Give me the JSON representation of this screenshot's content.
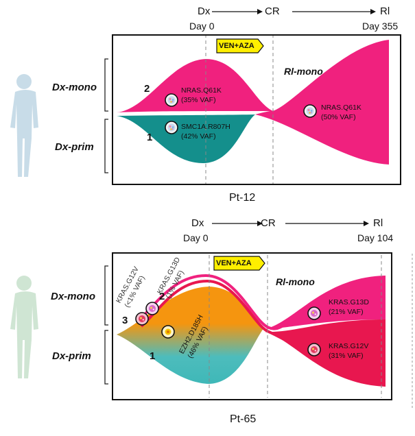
{
  "colors": {
    "mono_pink": "#f0217e",
    "prim_teal": "#148f8c",
    "relapse_red": "#e8174f",
    "orange": "#f5950f",
    "ven_yellow": "#ffef00",
    "body_blue": "#c8dce8",
    "body_green": "#cfe5d3"
  },
  "icons": {
    "person_top": "person-silhouette-icon",
    "person_bottom": "person-silhouette-icon",
    "cell": "cell-icon",
    "ven_arrow": "pentagon-arrow-icon"
  },
  "panel1": {
    "timeline": {
      "dx": "Dx",
      "cr": "CR",
      "rl": "Rl"
    },
    "days": {
      "start": "Day 0",
      "end": "Day 355"
    },
    "ven_label": "VEN+AZA",
    "row_labels": {
      "mono": "Dx-mono",
      "prim": "Dx-prim"
    },
    "relapse_label": "Rl-mono",
    "clone_numbers": {
      "mono": "2",
      "prim": "1"
    },
    "mutations": {
      "mono_dx": {
        "gene": "NRAS.Q61K",
        "vaf": "(35% VAF)"
      },
      "prim_dx": {
        "gene": "SMC1A.R807H",
        "vaf": "(42% VAF)"
      },
      "mono_rl": {
        "gene": "NRAS.Q61K",
        "vaf": "(50% VAF)"
      }
    },
    "caption": "Pt-12"
  },
  "panel2": {
    "timeline": {
      "dx": "Dx",
      "cr": "CR",
      "rl": "Rl"
    },
    "days": {
      "start": "Day 0",
      "end": "Day 104"
    },
    "ven_label": "VEN+AZA",
    "row_labels": {
      "mono": "Dx-mono",
      "prim": "Dx-prim"
    },
    "relapse_label": "Rl-mono",
    "clone_numbers": {
      "c3": "3",
      "c2": "2",
      "c1": "1"
    },
    "mutations": {
      "c3_dx": {
        "gene": "KRAS.G12V",
        "vaf": "(<1% VAF)"
      },
      "c2_dx": {
        "gene": "KRAS.G13D",
        "vaf": "(1% VAF)"
      },
      "c1_dx": {
        "gene": "EZH2.D185H",
        "vaf": "(46% VAF)"
      },
      "c2_rl": {
        "gene": "KRAS.G13D",
        "vaf": "(21% VAF)"
      },
      "c3_rl": {
        "gene": "KRAS.G12V",
        "vaf": "(31% VAF)"
      }
    },
    "caption": "Pt-65"
  }
}
